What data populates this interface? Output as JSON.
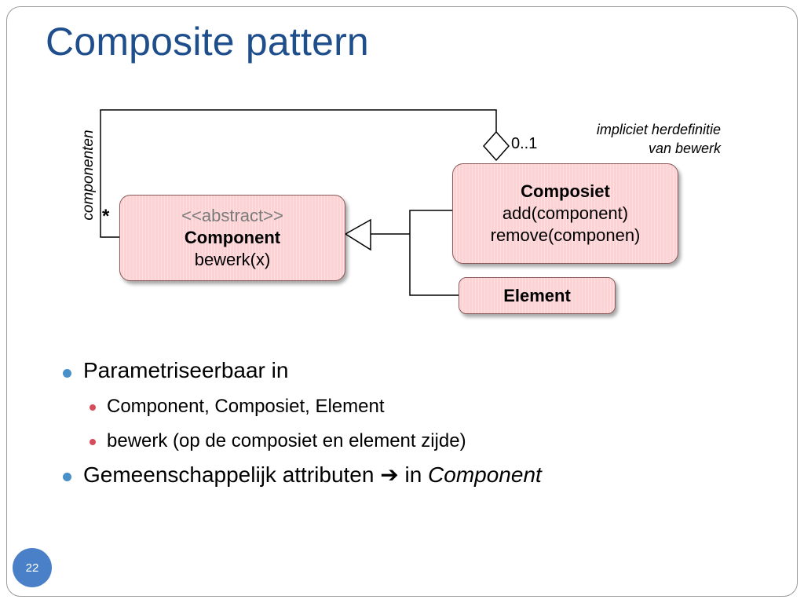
{
  "slide": {
    "title": "Composite pattern",
    "number": "22"
  },
  "diagram": {
    "component_box": {
      "stereotype": "<<abstract>>",
      "name": "Component",
      "operation": "bewerk(x)"
    },
    "composiet_box": {
      "name": "Composiet",
      "operation1": "add(component)",
      "operation2": "remove(componen)"
    },
    "element_box": {
      "name": "Element"
    },
    "association_role": "componenten",
    "multiplicity_many": "*",
    "multiplicity_opt": "0..1",
    "note_line1": "impliciet herdefinitie",
    "note_line2": "van bewerk"
  },
  "bullets": {
    "b1": "Parametriseerbaar in",
    "b1_sub1": "Component, Composiet, Element",
    "b1_sub2": "bewerk (op de composiet en element zijde)",
    "b2_prefix": "Gemeenschappelijk attributen ",
    "b2_arrow": "➔",
    "b2_mid": " in ",
    "b2_em": "Component"
  },
  "colors": {
    "title": "#1f4e8c",
    "box_fill": "#fcd2d5",
    "bullet_level1": "#4a90c8",
    "bullet_level2": "#d64c5a",
    "slide_number_bg": "#4a80c8"
  }
}
